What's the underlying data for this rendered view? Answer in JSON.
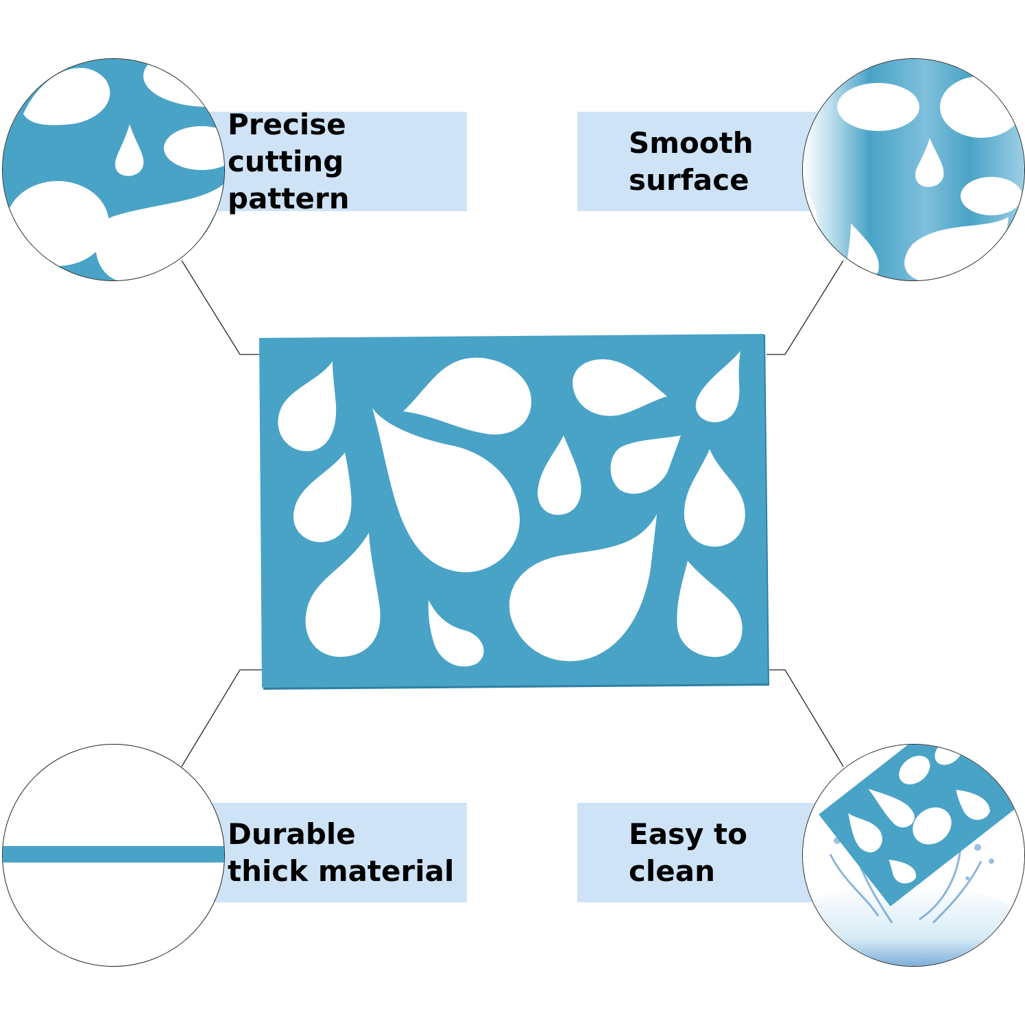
{
  "colors": {
    "stencil_blue": "#49a3c6",
    "label_bg": "#cfe3f7",
    "connector_line": "#222222"
  },
  "features": [
    {
      "id": "precise",
      "text": "Precise\ncutting pattern",
      "icon": "droplet-pattern-closeup"
    },
    {
      "id": "smooth",
      "text": "Smooth\nsurface",
      "icon": "glossy-droplet-pattern-closeup"
    },
    {
      "id": "durable",
      "text": "Durable\nthick material",
      "icon": "stencil-edge-thickness"
    },
    {
      "id": "clean",
      "text": "Easy to\nclean",
      "icon": "stencil-water-splash"
    }
  ],
  "product": {
    "icon": "water-drop-stencil"
  }
}
